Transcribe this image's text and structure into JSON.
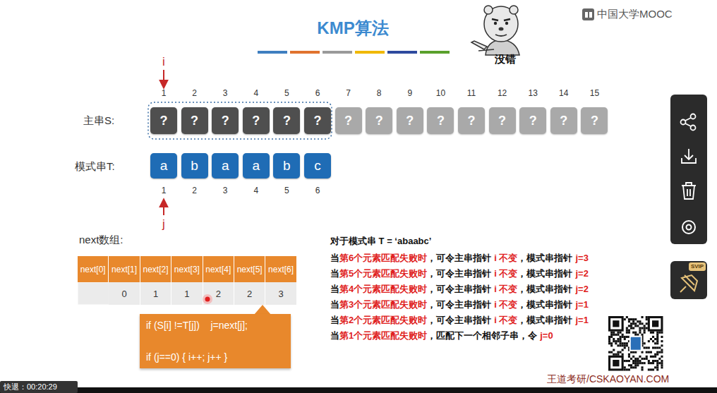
{
  "diagram": {
    "title": "KMP算法",
    "nodes": [
      {
        "text": [
          "?"
        ]
      },
      {
        "text": [
          "?"
        ]
      },
      {
        "text": [
          "?"
        ]
      },
      {
        "text": [
          "?"
        ]
      },
      {
        "text": [
          "?"
        ]
      },
      {
        "text": [
          "?"
        ]
      },
      {
        "text": [
          "?"
        ]
      },
      {
        "text": [
          "?"
        ]
      },
      {
        "text": [
          "?"
        ]
      },
      {
        "text": [
          "?"
        ]
      },
      {
        "text": [
          "?"
        ]
      },
      {
        "text": [
          "?"
        ]
      },
      {
        "text": [
          "?"
        ]
      },
      {
        "text": [
          "?"
        ]
      },
      {
        "text": [
          "?"
        ]
      },
      {
        "text": [
          "a"
        ]
      },
      {
        "text": [
          "b"
        ]
      },
      {
        "text": [
          "a"
        ]
      },
      {
        "text": [
          "a"
        ]
      },
      {
        "text": [
          "b"
        ]
      },
      {
        "text": [
          "c"
        ]
      },
      {
        "text": [
          "next[0]"
        ]
      },
      {
        "text": [
          "next[1]"
        ]
      },
      {
        "text": [
          "next[2]"
        ]
      },
      {
        "text": [
          "next[3]"
        ]
      },
      {
        "text": [
          "next[4]"
        ]
      },
      {
        "text": [
          "next[5]"
        ]
      },
      {
        "text": [
          "next[6]"
        ]
      },
      {
        "text": [
          "0"
        ]
      },
      {
        "text": [
          "1"
        ]
      },
      {
        "text": [
          "1"
        ]
      },
      {
        "text": [
          "2"
        ]
      },
      {
        "text": [
          "2"
        ]
      },
      {
        "text": [
          "3"
        ]
      },
      {
        "text": [
          "if (S[i] !=T[j])    j=next[j];",
          "if (j==0) { i++; j++ }"
        ]
      }
    ],
    "labels": [
      "中国大学MOOC",
      "没错",
      "i",
      "1",
      "2",
      "3",
      "4",
      "5",
      "6",
      "7",
      "8",
      "9",
      "10",
      "11",
      "12",
      "13",
      "14",
      "15",
      "主串S:",
      "模式串T:",
      "1",
      "2",
      "3",
      "4",
      "5",
      "6",
      "j",
      "next数组:",
      "对于模式串 T = ‘abaabc’",
      "当",
      "第6个元素匹配失败时",
      "，可令主串指针",
      "i 不变",
      "，模式串指针",
      "j=3",
      "当",
      "第5个元素匹配失败时",
      "，可令主串指针",
      "i 不变",
      "，模式串指针",
      "j=2",
      "当",
      "第4个元素匹配失败时",
      "，可令主串指针",
      "i 不变",
      "，模式串指针",
      "j=2",
      "当",
      "第3个元素匹配失败时",
      "，可令主串指针",
      "i 不变",
      "，模式串指针",
      "j=1",
      "当",
      "第2个元素匹配失败时",
      "，可令主串指针",
      "i 不变",
      "，模式串指针",
      "j=1",
      "当",
      "第1个元素匹配失败时",
      "，匹配下一个相邻子串，令",
      "j=0",
      "SVIP",
      "王道考研/CSKAOYAN.COM",
      "快退：00:20:29"
    ]
  }
}
